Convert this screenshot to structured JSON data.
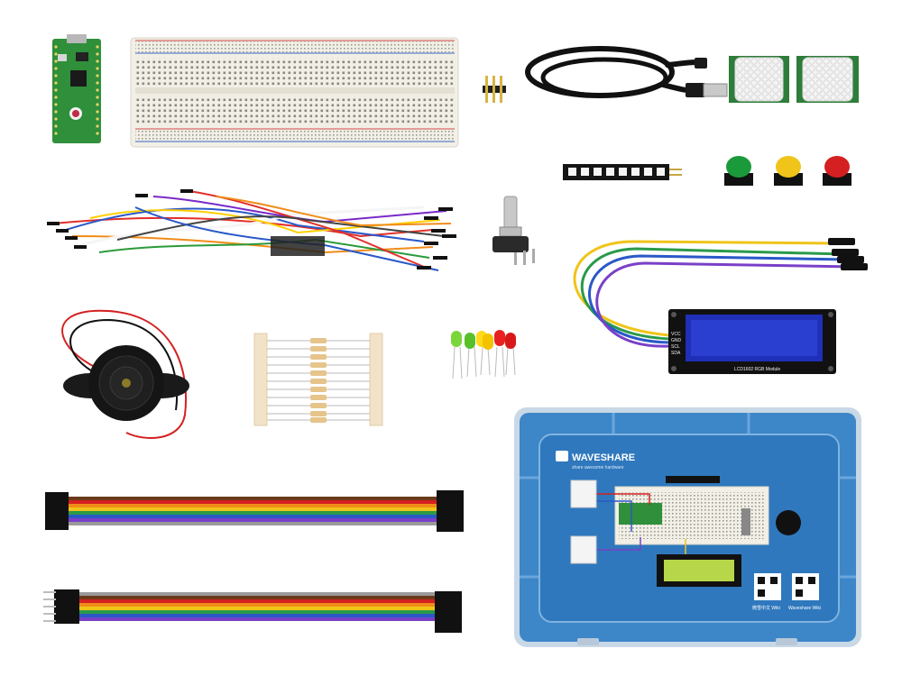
{
  "case_label": {
    "brand": "WAVESHARE",
    "tagline": "share awesome hardware",
    "qr_caption_left": "微雪中文 Wiki",
    "qr_caption_right": "Waveshare Wiki"
  },
  "lcd_label": {
    "pins": [
      "VCC",
      "GND",
      "SCL",
      "SDA"
    ],
    "model": "LCD1602 RGB Module"
  },
  "colors": {
    "pcb_green": "#2f8f3a",
    "case_blue": "#3d86c8",
    "lcd_blue": "#1f2fb8",
    "button_green": "#1a9a3a",
    "button_yellow": "#f0c419",
    "button_red": "#d42020"
  }
}
